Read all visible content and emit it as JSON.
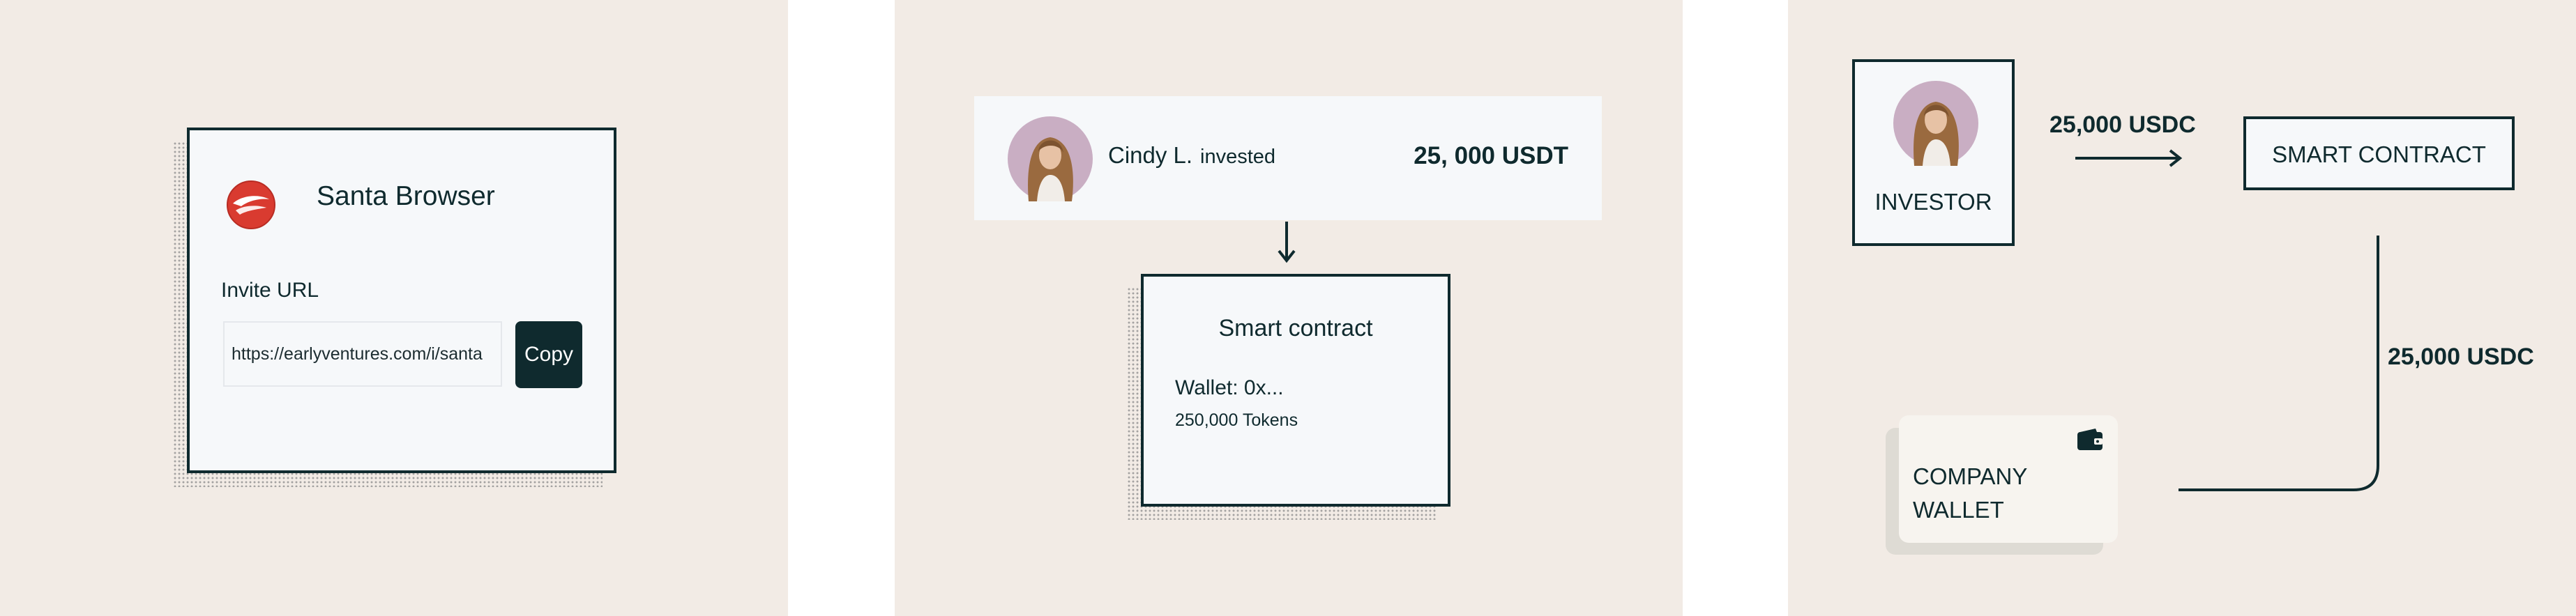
{
  "colors": {
    "panel_background": "#f2ebe5",
    "card_background": "#f6f8fa",
    "dark_teal": "#0f2a2e",
    "logo_red": "#d93b30"
  },
  "panel1": {
    "app_name": "Santa Browser",
    "logo_icon": "santa-browser-logo-icon",
    "invite_label": "Invite URL",
    "invite_url": "https://earlyventures.com/i/santa",
    "copy_label": "Copy"
  },
  "panel2": {
    "investor_name": "Cindy L.",
    "action": "invested",
    "amount": "25, 000 USDT",
    "arrow_icon": "arrow-down-icon",
    "contract_title": "Smart contract",
    "wallet": "Wallet: 0x...",
    "tokens": "250,000 Tokens"
  },
  "panel3": {
    "investor_label": "INVESTOR",
    "transfer_amount_1": "25,000 USDC",
    "contract_label": "SMART CONTRACT",
    "transfer_amount_2": "25,000 USDC",
    "wallet_label_line1": "COMPANY",
    "wallet_label_line2": "WALLET",
    "wallet_icon": "wallet-icon"
  }
}
